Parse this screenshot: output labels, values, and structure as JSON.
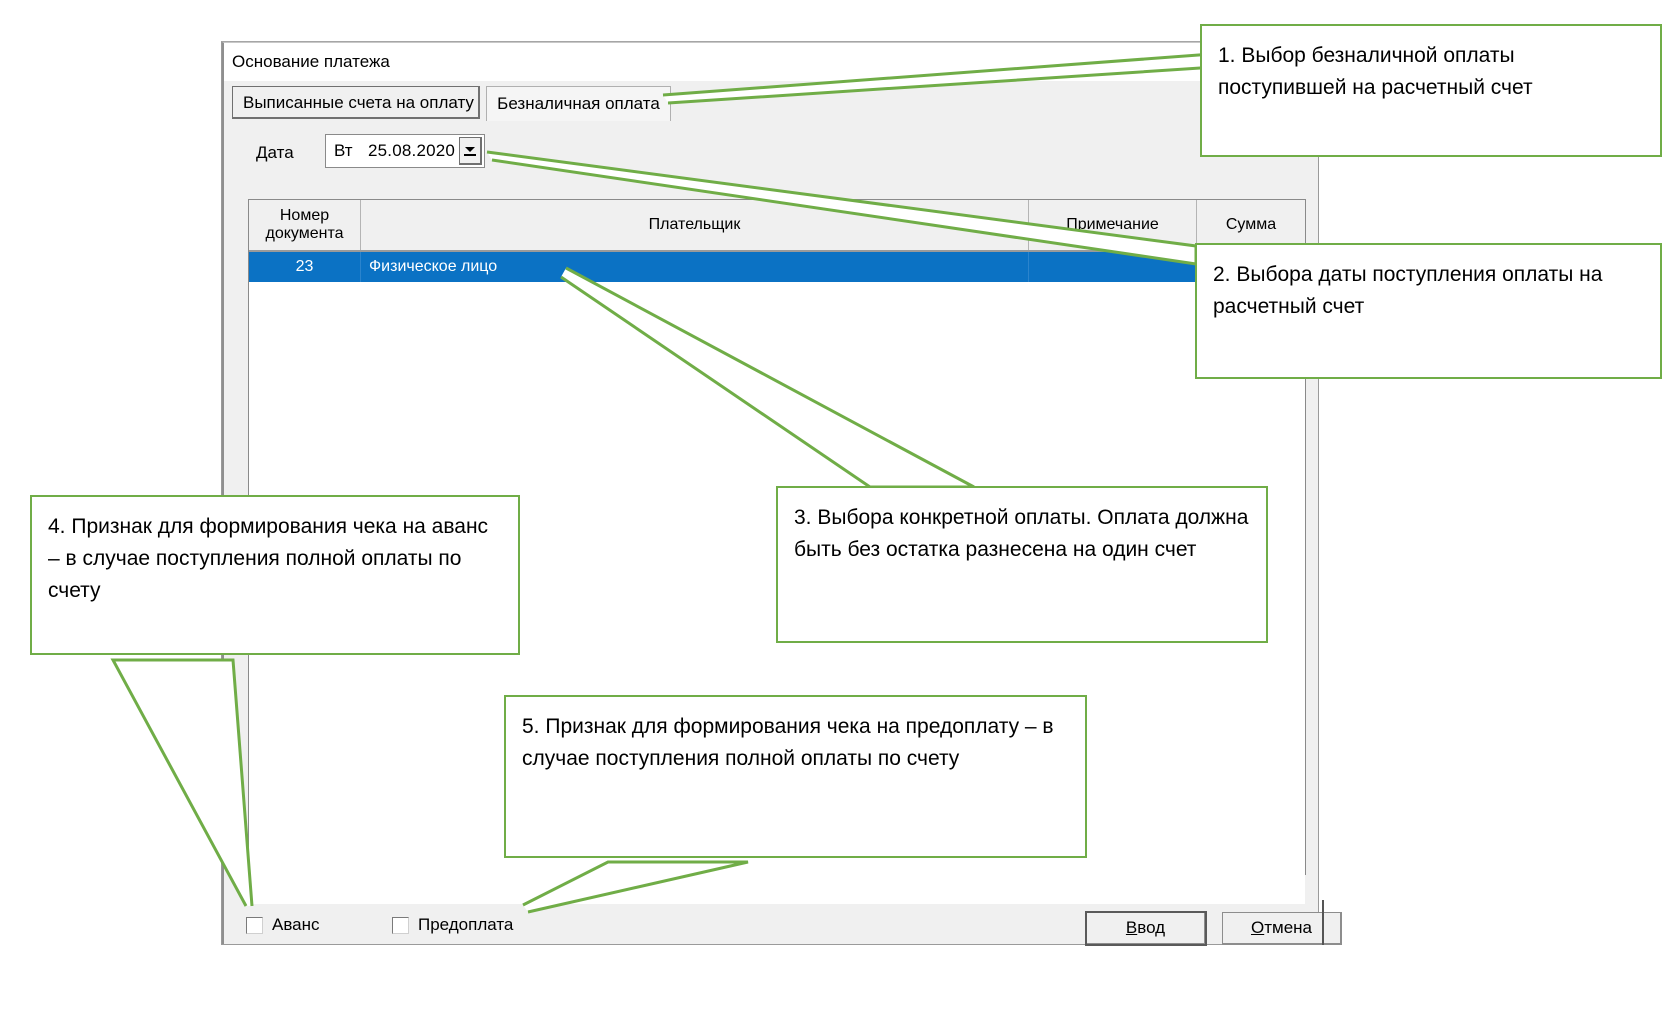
{
  "dialog": {
    "group_caption": "Основание платежа",
    "tabs": [
      {
        "label": "Выписанные счета на оплату",
        "active": false
      },
      {
        "label": "Безналичная оплата",
        "active": true
      }
    ],
    "date": {
      "label": "Дата",
      "weekday": "Вт",
      "value": "25.08.2020",
      "dropdown_icon": "chevron-down-icon"
    },
    "grid": {
      "columns": [
        "Номер документа",
        "Плательщик",
        "Примечание",
        "Сумма"
      ],
      "rows": [
        {
          "doc_number": "23",
          "payer": "Физическое лицо",
          "note": "",
          "sum": "",
          "selected": true
        }
      ]
    },
    "checkboxes": [
      {
        "label": "Аванс",
        "checked": false
      },
      {
        "label": "Предоплата",
        "checked": false
      }
    ],
    "buttons": [
      {
        "label": "Ввод",
        "accel": "В",
        "default": true
      },
      {
        "label": "Отмена",
        "accel": "О",
        "default": false
      }
    ]
  },
  "callouts": [
    {
      "id": 1,
      "text": "1. Выбор безналичной оплаты поступившей на расчетный счет"
    },
    {
      "id": 2,
      "text": "2. Выбора даты поступления оплаты на расчетный счет"
    },
    {
      "id": 3,
      "text": "3. Выбора конкретной оплаты. Оплата должна быть без остатка разнесена на один счет"
    },
    {
      "id": 4,
      "text": "4. Признак для формирования чека на аванс – в случае поступления полной оплаты по счету"
    },
    {
      "id": 5,
      "text": "5. Признак для формирования чека на предоплату – в случае поступления полной оплаты по счету"
    }
  ],
  "colors": {
    "callout_border": "#70ad47",
    "selection": "#0b72c4",
    "dialog_face": "#f0f0f0"
  }
}
